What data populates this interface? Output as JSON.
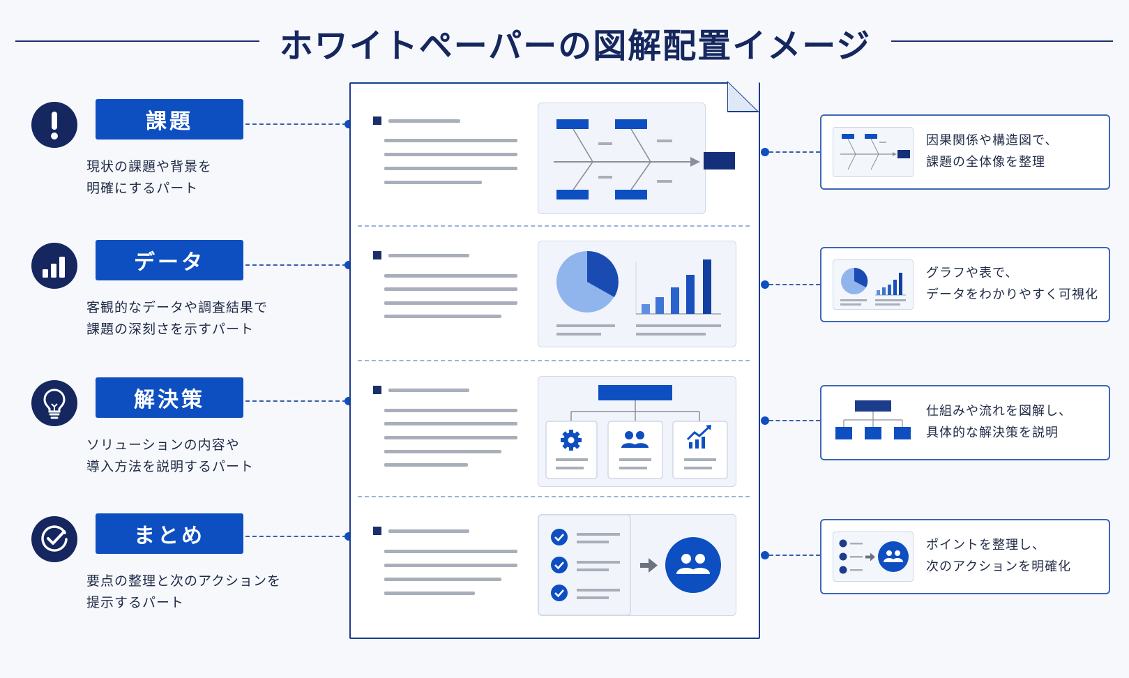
{
  "title": "ホワイトペーパーの図解配置イメージ",
  "sections": [
    {
      "label": "課題",
      "desc": "現状の課題や背景を\n明確にするパート",
      "icon": "exclamation-icon"
    },
    {
      "label": "データ",
      "desc": "客観的なデータや調査結果で\n課題の深刻さを示すパート",
      "icon": "bar-chart-icon"
    },
    {
      "label": "解決策",
      "desc": "ソリューションの内容や\n導入方法を説明するパート",
      "icon": "lightbulb-icon"
    },
    {
      "label": "まとめ",
      "desc": "要点の整理と次のアクションを\n提示するパート",
      "icon": "check-circle-icon"
    }
  ],
  "cards": [
    {
      "text": "因果関係や構造図で、\n課題の全体像を整理",
      "thumb": "fishbone-diagram-thumb"
    },
    {
      "text": "グラフや表で、\nデータをわかりやすく可視化",
      "thumb": "pie-bar-chart-thumb"
    },
    {
      "text": "仕組みや流れを図解し、\n具体的な解決策を説明",
      "thumb": "org-chart-thumb"
    },
    {
      "text": "ポイントを整理し、\n次のアクションを明確化",
      "thumb": "checklist-to-people-thumb"
    }
  ],
  "colors": {
    "navy": "#15275e",
    "accent_blue": "#0d4fc0",
    "light_blue": "#8fb5ec",
    "gray_line": "#a9afba",
    "background": "#f6f8fc"
  }
}
